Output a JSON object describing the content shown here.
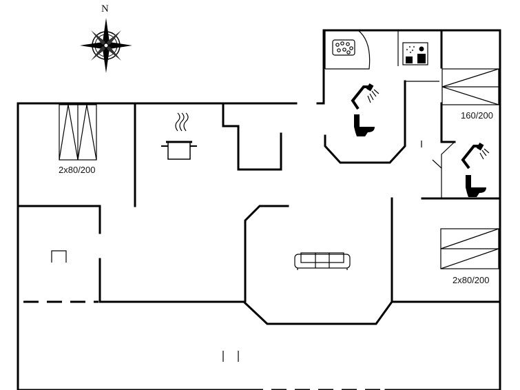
{
  "compass": {
    "north_label": "N",
    "icon": "compass-rose-icon"
  },
  "rooms": {
    "bedroom_left": {
      "bed_label": "2x80/200",
      "icon": "twin-bed-icon"
    },
    "bedroom_top_right": {
      "bed_label": "160/200",
      "icon": "double-bed-icon"
    },
    "bedroom_bottom_right": {
      "bed_label": "2x80/200",
      "icon": "twin-bed-icon"
    },
    "kitchen": {
      "icon": "cooking-pot-icon"
    },
    "living_room": {
      "icon": "sofa-icon"
    },
    "bathroom_main": {
      "icons": [
        "whirlpool-icon",
        "sauna-icon",
        "shower-icon",
        "toilet-icon"
      ]
    },
    "bathroom_small": {
      "icons": [
        "shower-icon",
        "toilet-icon"
      ]
    }
  }
}
